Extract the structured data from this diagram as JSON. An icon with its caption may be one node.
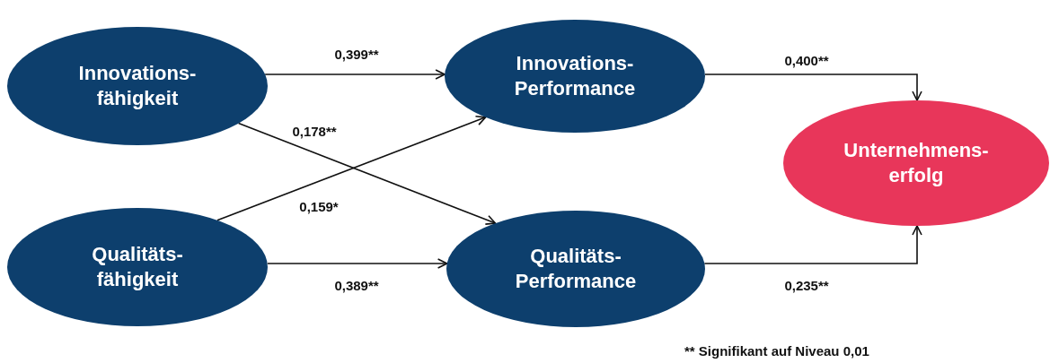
{
  "diagram": {
    "nodes": [
      {
        "text": [
          "Innovations- fähigkeit"
        ]
      },
      {
        "text": [
          "Innovations- Performance"
        ]
      },
      {
        "text": [
          "Unternehmens- erfolg"
        ]
      },
      {
        "text": [
          "Qualitäts- fähigkeit"
        ]
      },
      {
        "text": [
          "Qualitäts- Performance"
        ]
      }
    ],
    "edges": [
      {
        "from": 0,
        "to": 1,
        "arrow": "to",
        "label": "0,399**"
      },
      {
        "from": 0,
        "to": 4,
        "arrow": "to",
        "label": "0,178**"
      },
      {
        "from": 3,
        "to": 1,
        "arrow": "to",
        "label": "0,159*"
      },
      {
        "from": 3,
        "to": 4,
        "arrow": "to",
        "label": "0,389**"
      },
      {
        "from": 1,
        "to": 2,
        "arrow": "to",
        "label": "0,400**"
      },
      {
        "from": 4,
        "to": 2,
        "arrow": "to",
        "label": "0,235**"
      }
    ],
    "labels": [
      "** Signifikant auf Niveau 0,01"
    ]
  }
}
